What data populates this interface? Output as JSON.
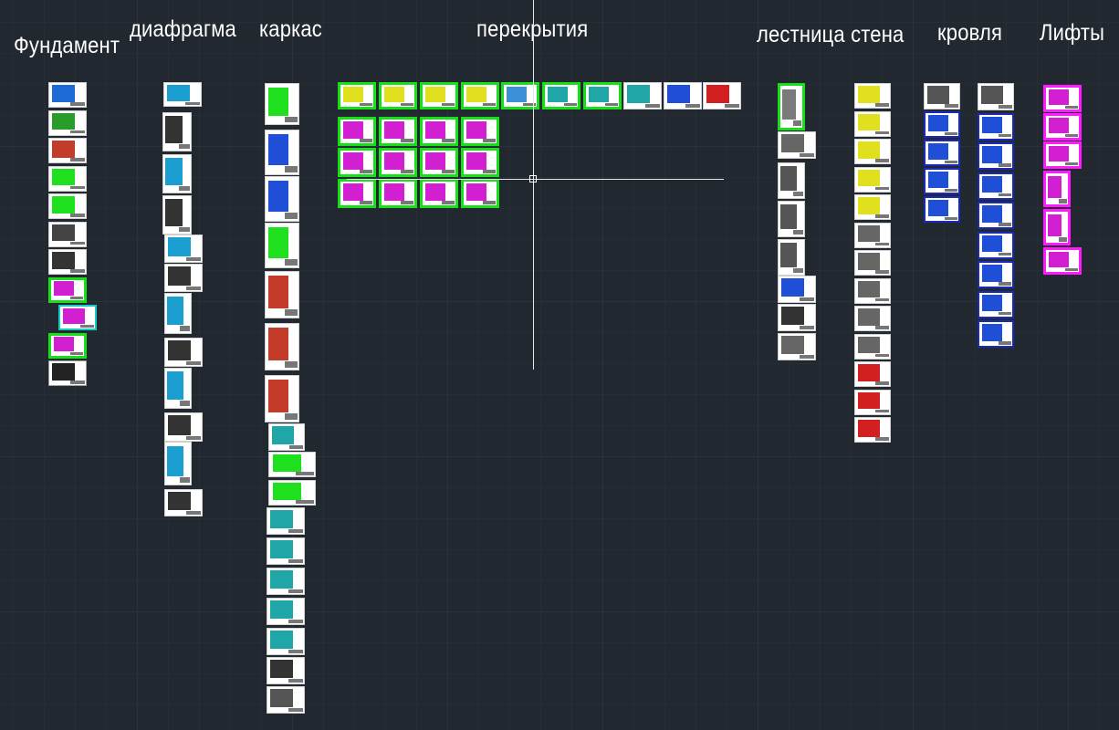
{
  "headings": {
    "foundation": "Фундамент",
    "diaphragm": "диафрагма",
    "frame": "каркас",
    "slabs": "перекрытия",
    "stair_wall": "лестница стена",
    "roof": "кровля",
    "elevators": "Лифты"
  },
  "colors": {
    "background": "#212830",
    "heading_text": "#ffffff",
    "frame_green": "#18e018",
    "frame_blue": "#1a2ab8",
    "frame_magenta": "#ff1aff",
    "frame_cyan": "#19c8c8",
    "crosshair": "#e6e6e6"
  },
  "icons": {
    "cursor": "crosshair-cursor-icon",
    "sheet": "drawing-sheet-thumbnail"
  }
}
